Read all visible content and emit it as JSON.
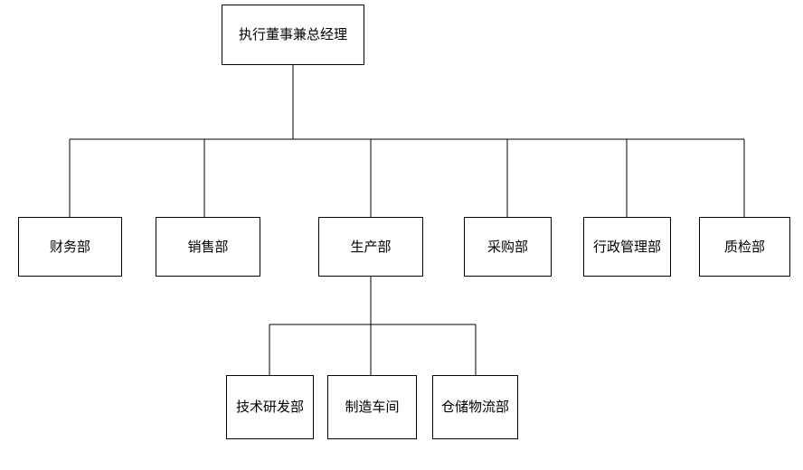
{
  "diagram": {
    "type": "org-chart",
    "colors": {
      "background": "#ffffff",
      "line": "#000000",
      "box_border": "#000000",
      "box_fill": "#ffffff",
      "text": "#000000"
    },
    "root": {
      "id": "executive-director-general-manager",
      "label": "执行董事兼总经理"
    },
    "level2": [
      {
        "id": "finance-dept",
        "label": "财务部",
        "parent": "执行董事兼总经理"
      },
      {
        "id": "sales-dept",
        "label": "销售部",
        "parent": "执行董事兼总经理"
      },
      {
        "id": "production-dept",
        "label": "生产部",
        "parent": "执行董事兼总经理"
      },
      {
        "id": "purchasing-dept",
        "label": "采购部",
        "parent": "执行董事兼总经理"
      },
      {
        "id": "admin-management-dept",
        "label": "行政管理部",
        "parent": "执行董事兼总经理"
      },
      {
        "id": "quality-inspection-dept",
        "label": "质检部",
        "parent": "执行董事兼总经理"
      }
    ],
    "level3": [
      {
        "id": "tech-rnd-dept",
        "label": "技术研发部",
        "parent": "生产部"
      },
      {
        "id": "manufacturing-workshop",
        "label": "制造车间",
        "parent": "生产部"
      },
      {
        "id": "warehouse-logistics-dept",
        "label": "仓储物流部",
        "parent": "生产部"
      }
    ]
  }
}
